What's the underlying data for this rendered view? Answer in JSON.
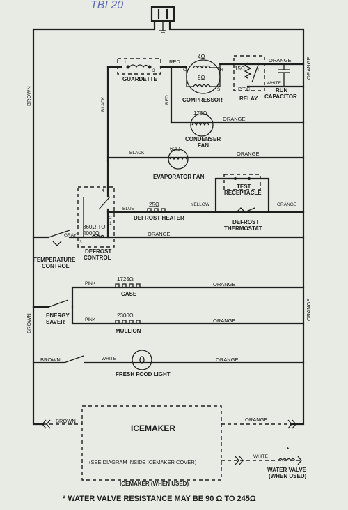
{
  "header_note": "TBI 20",
  "wires": {
    "brown_left": "BROWN",
    "brown_left_lower": "BROWN",
    "orange_right_top": "ORANGE",
    "orange_right_mid": "ORANGE",
    "black_vertical": "BLACK",
    "red_top": "RED",
    "red_vertical": "RED",
    "orange_relay": "ORANGE",
    "white_relay": "WHITE",
    "orange_condenser": "ORANGE",
    "black_evap": "BLACK",
    "orange_evap": "ORANGE",
    "yellow": "YELLOW",
    "orange_test": "ORANGE",
    "blue": "BLUE",
    "gray": "GRAY",
    "orange_defrost": "ORANGE",
    "pink_case": "PINK",
    "orange_case": "ORANGE",
    "pink_mullion": "PINK",
    "orange_mullion": "ORANGE",
    "brown_light": "BROWN",
    "white_light": "WHITE",
    "orange_light": "ORANGE",
    "brown_icemaker": "BROWN",
    "orange_icemaker": "ORANGE",
    "white_valve": "WHITE"
  },
  "components": {
    "guardette": "GUARDETTE",
    "guardette_pin1": "1",
    "guardette_pin3": "3",
    "compressor": "COMPRESSOR",
    "comp_c": "C",
    "comp_r": "R",
    "comp_s": "S",
    "comp_run_ohms": "4Ω",
    "comp_start_ohms": "9Ω",
    "relay": "RELAY",
    "ptc": "P.T.C.",
    "relay_ohms": "15Ω",
    "relay_t": "T",
    "run_capacitor_1": "RUN",
    "run_capacitor_2": "CAPACITOR",
    "condenser_ohms": "176Ω",
    "condenser_1": "CONDENSER",
    "condenser_2": "FAN",
    "evap_ohms": "62Ω",
    "evap_fan": "EVAPORATOR FAN",
    "test_receptacle_1": "TEST",
    "test_receptacle_2": "RECEPTACLE",
    "defrost_heater_ohms": "25Ω",
    "defrost_heater": "DEFROST HEATER",
    "defrost_thermostat_1": "DEFROST",
    "defrost_thermostat_2": "THERMOSTAT",
    "defrost_control_1": "DEFROST",
    "defrost_control_2": "CONTROL",
    "dc_ohms_1": "860Ω TO",
    "dc_ohms_2": "4000Ω",
    "dc_pin1": "1",
    "dc_pin2": "2",
    "dc_pin3": "3",
    "dc_pin4": "4",
    "temp_control_1": "TEMPERATURE",
    "temp_control_2": "CONTROL",
    "energy_saver_1": "ENERGY",
    "energy_saver_2": "SAVER",
    "case_ohms": "1725Ω",
    "case": "CASE",
    "mullion_ohms": "2300Ω",
    "mullion": "MULLION",
    "fresh_food_light": "FRESH FOOD LIGHT",
    "icemaker": "ICEMAKER",
    "icemaker_note": "(SEE DIAGRAM INSIDE ICEMAKER COVER)",
    "icemaker_caption": "ICEMAKER (WHEN USED)",
    "water_valve_star": "*",
    "water_valve_1": "WATER VALVE",
    "water_valve_2": "(WHEN USED)"
  },
  "footnote": "* WATER VALVE RESISTANCE MAY BE  90 Ω  TO 245Ω",
  "colors": {
    "ink": "#1e1e1e",
    "paper": "#e8eae4",
    "header_ink": "#5a6fb0"
  }
}
